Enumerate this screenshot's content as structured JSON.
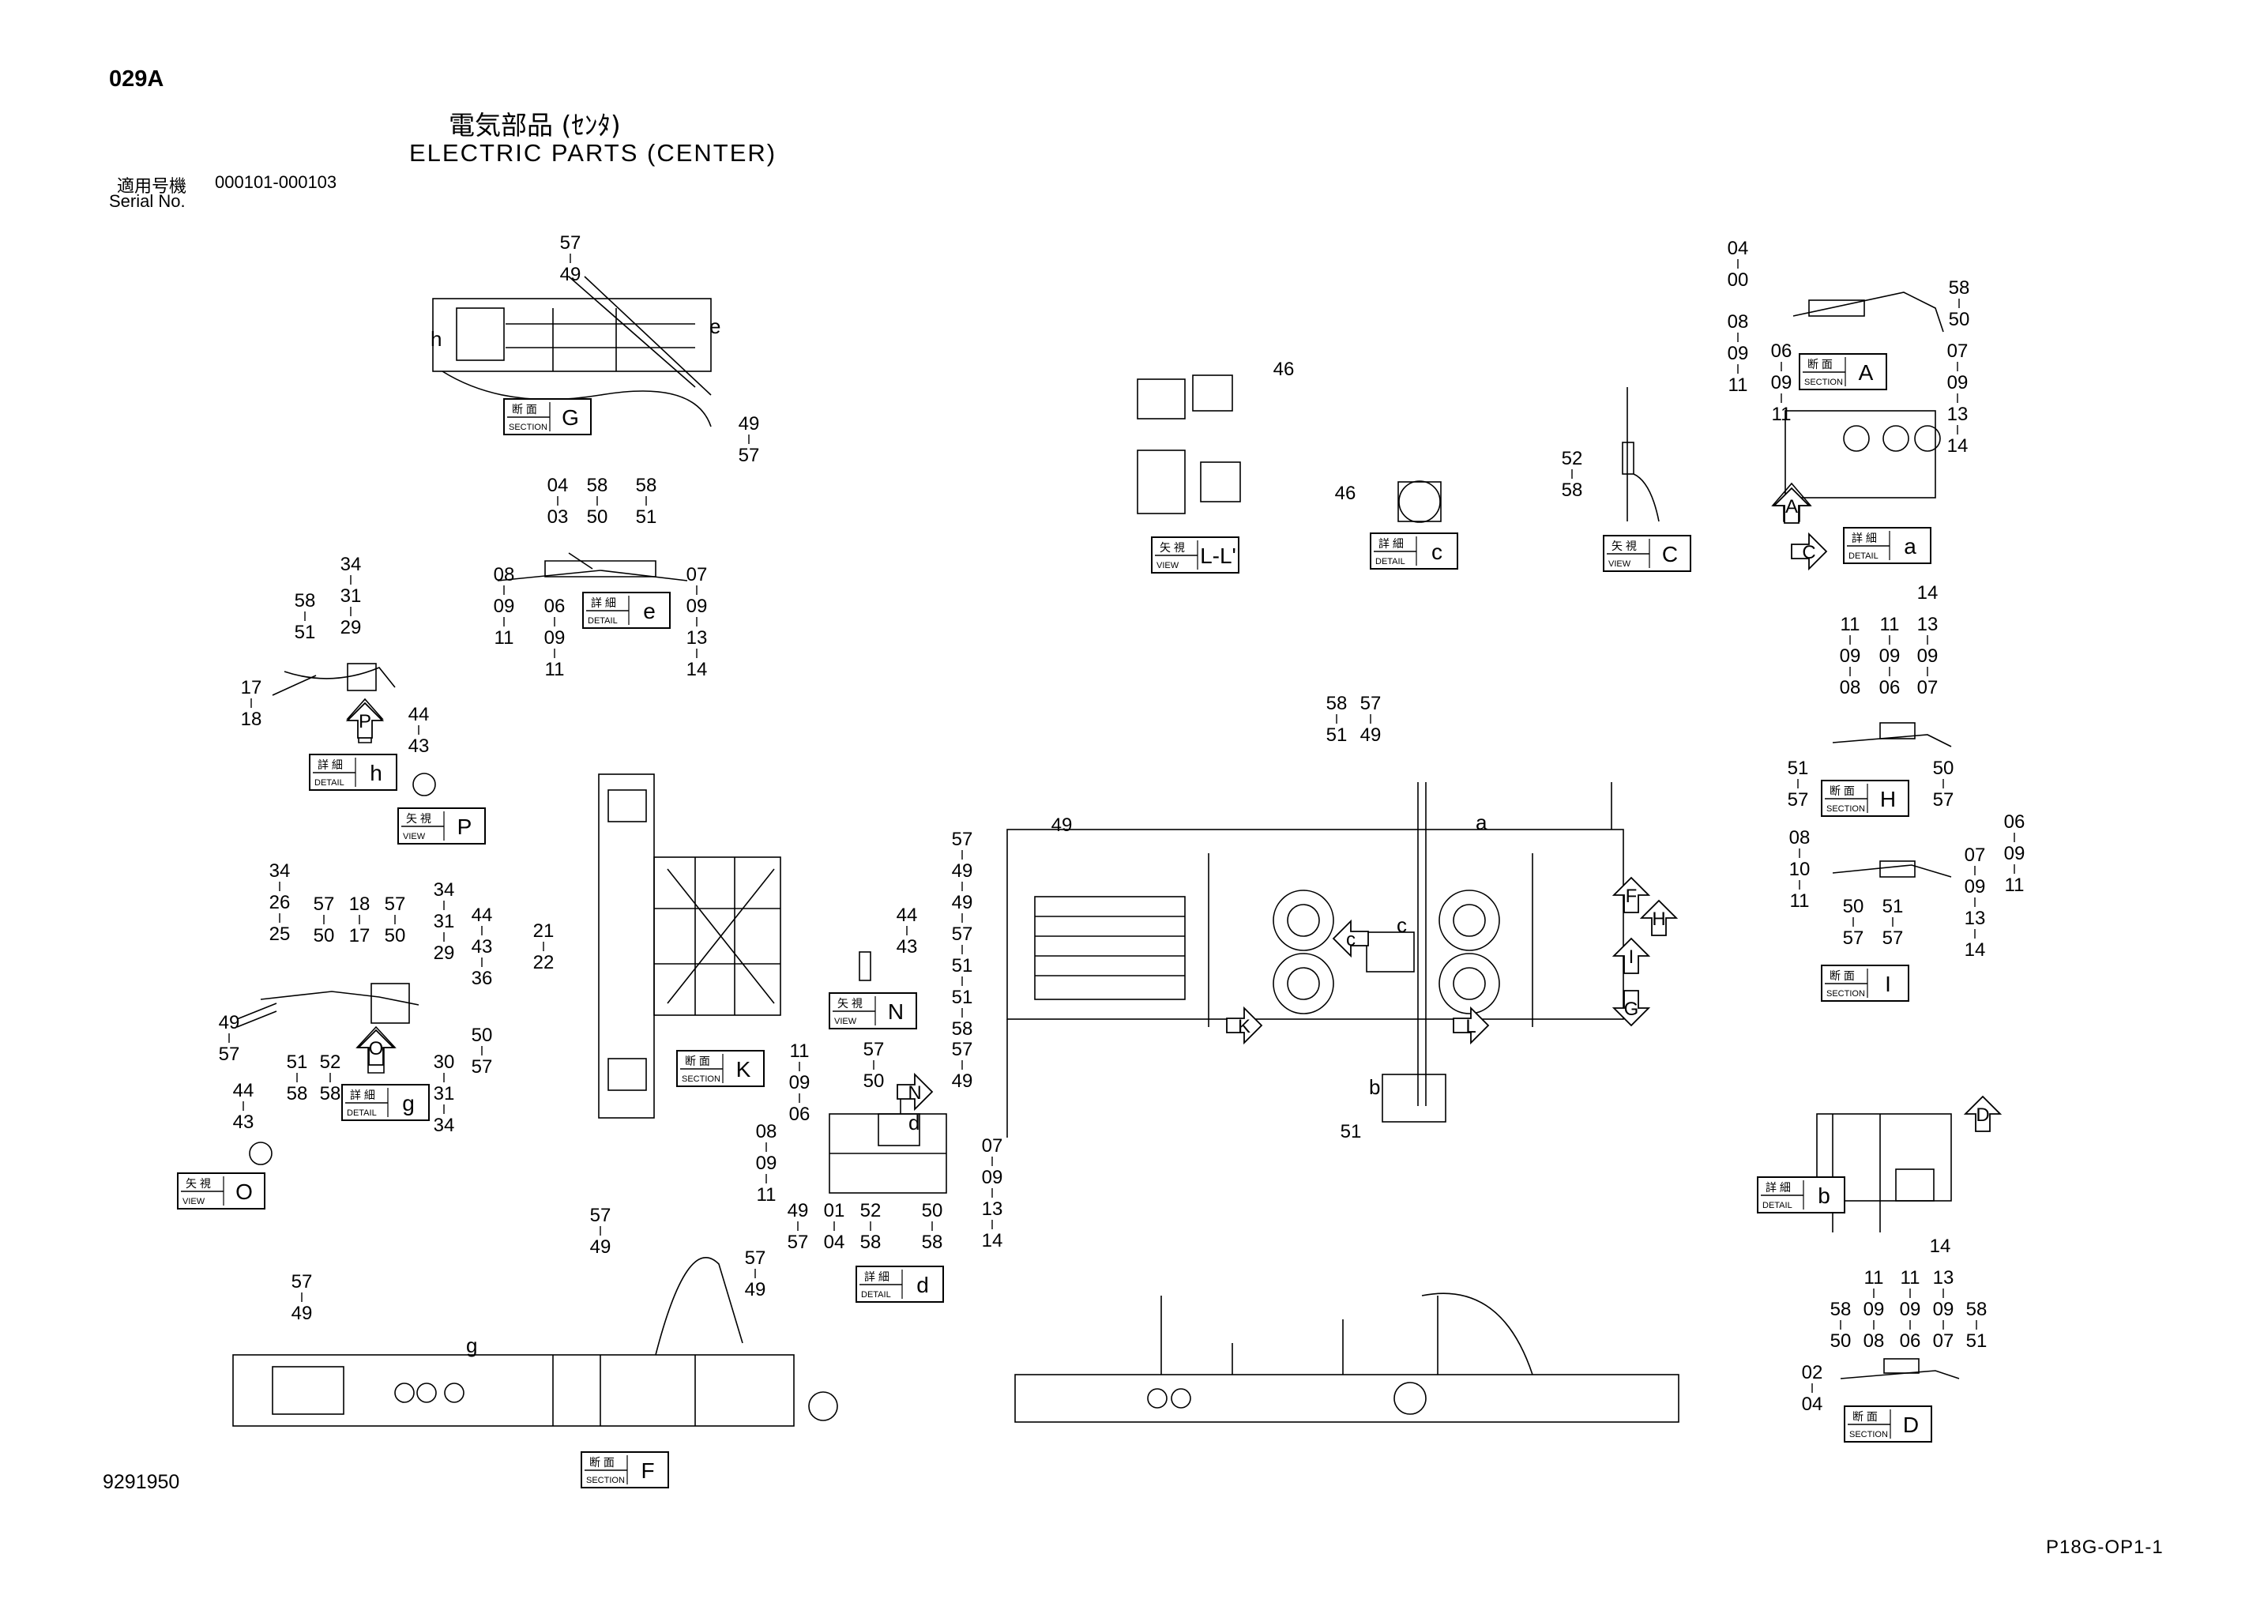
{
  "header": {
    "page_code": "029A",
    "title_jp": "電気部品 (ｾﾝﾀ)",
    "title_en": "ELECTRIC PARTS (CENTER)",
    "serial_label_jp": "適用号機",
    "serial_range": "000101-000103",
    "serial_label_en": "Serial No."
  },
  "footer": {
    "doc_number": "9291950",
    "page_ref": "P18G-OP1-1"
  },
  "labels": [
    {
      "kind": "section",
      "kanji": "断 面",
      "sub": "SECTION",
      "letter": "G"
    },
    {
      "kind": "detail",
      "kanji": "詳 細",
      "sub": "DETAIL",
      "letter": "e"
    },
    {
      "kind": "detail",
      "kanji": "詳 細",
      "sub": "DETAIL",
      "letter": "h"
    },
    {
      "kind": "view",
      "kanji": "矢 視",
      "sub": "VIEW",
      "letter": "P"
    },
    {
      "kind": "detail",
      "kanji": "詳 細",
      "sub": "DETAIL",
      "letter": "g"
    },
    {
      "kind": "view",
      "kanji": "矢 視",
      "sub": "VIEW",
      "letter": "O"
    },
    {
      "kind": "section",
      "kanji": "断 面",
      "sub": "SECTION",
      "letter": "K"
    },
    {
      "kind": "view",
      "kanji": "矢 視",
      "sub": "VIEW",
      "letter": "N"
    },
    {
      "kind": "detail",
      "kanji": "詳 細",
      "sub": "DETAIL",
      "letter": "d"
    },
    {
      "kind": "section",
      "kanji": "断 面",
      "sub": "SECTION",
      "letter": "F"
    },
    {
      "kind": "view",
      "kanji": "矢 視",
      "sub": "VIEW",
      "letter": "L-L'"
    },
    {
      "kind": "detail",
      "kanji": "詳 細",
      "sub": "DETAIL",
      "letter": "c"
    },
    {
      "kind": "view",
      "kanji": "矢 視",
      "sub": "VIEW",
      "letter": "C"
    },
    {
      "kind": "section",
      "kanji": "断 面",
      "sub": "SECTION",
      "letter": "A"
    },
    {
      "kind": "detail",
      "kanji": "詳 細",
      "sub": "DETAIL",
      "letter": "a"
    },
    {
      "kind": "section",
      "kanji": "断 面",
      "sub": "SECTION",
      "letter": "H"
    },
    {
      "kind": "section",
      "kanji": "断 面",
      "sub": "SECTION",
      "letter": "I"
    },
    {
      "kind": "detail",
      "kanji": "詳 細",
      "sub": "DETAIL",
      "letter": "b"
    },
    {
      "kind": "section",
      "kanji": "断 面",
      "sub": "SECTION",
      "letter": "D"
    }
  ],
  "arrow_markers": [
    "P",
    "O",
    "N",
    "K",
    "L",
    "F",
    "H",
    "I",
    "G",
    "c",
    "A",
    "C",
    "D"
  ],
  "detail_letters": [
    "a",
    "b",
    "c",
    "d",
    "e",
    "g",
    "h"
  ],
  "callout_stacks": [
    [
      "57",
      "49"
    ],
    [
      "49",
      "57"
    ],
    [
      "04",
      "03"
    ],
    [
      "58",
      "50"
    ],
    [
      "58",
      "51"
    ],
    [
      "08",
      "09",
      "11"
    ],
    [
      "06",
      "09",
      "11"
    ],
    [
      "07",
      "09",
      "13",
      "14"
    ],
    [
      "34",
      "31",
      "29"
    ],
    [
      "58",
      "51"
    ],
    [
      "17",
      "18"
    ],
    [
      "44",
      "43"
    ],
    [
      "34",
      "26",
      "25"
    ],
    [
      "57",
      "50"
    ],
    [
      "18",
      "17"
    ],
    [
      "57",
      "50"
    ],
    [
      "34",
      "31",
      "29"
    ],
    [
      "44",
      "43",
      "36"
    ],
    [
      "49",
      "57"
    ],
    [
      "51",
      "58"
    ],
    [
      "52",
      "58"
    ],
    [
      "30",
      "31",
      "34"
    ],
    [
      "50",
      "57"
    ],
    [
      "44",
      "43"
    ],
    [
      "21",
      "22"
    ],
    [
      "44",
      "43"
    ],
    [
      "11",
      "09",
      "06"
    ],
    [
      "57",
      "50"
    ],
    [
      "57",
      "49"
    ],
    [
      "08",
      "09",
      "11"
    ],
    [
      "49",
      "57"
    ],
    [
      "01",
      "04"
    ],
    [
      "52",
      "58"
    ],
    [
      "50",
      "58"
    ],
    [
      "07",
      "09",
      "13",
      "14"
    ],
    [
      "57",
      "49"
    ],
    [
      "57",
      "49"
    ],
    [
      "57",
      "49"
    ],
    [
      "49"
    ],
    [
      "57",
      "49",
      "49",
      "57",
      "51",
      "51",
      "58"
    ],
    [
      "58",
      "51"
    ],
    [
      "57",
      "49"
    ],
    [
      "51"
    ],
    [
      "46"
    ],
    [
      "46"
    ],
    [
      "52",
      "58"
    ],
    [
      "04",
      "00"
    ],
    [
      "58",
      "50"
    ],
    [
      "08",
      "09",
      "11"
    ],
    [
      "06",
      "09",
      "11"
    ],
    [
      "07",
      "09",
      "13",
      "14"
    ],
    [
      "14"
    ],
    [
      "11",
      "09",
      "08"
    ],
    [
      "11",
      "09",
      "06"
    ],
    [
      "13",
      "09",
      "07"
    ],
    [
      "51",
      "57"
    ],
    [
      "50",
      "57"
    ],
    [
      "08",
      "10",
      "11"
    ],
    [
      "50",
      "57"
    ],
    [
      "51",
      "57"
    ],
    [
      "06",
      "09",
      "11"
    ],
    [
      "07",
      "09",
      "13",
      "14"
    ],
    [
      "14"
    ],
    [
      "58",
      "50"
    ],
    [
      "11",
      "09",
      "08"
    ],
    [
      "11",
      "09",
      "06"
    ],
    [
      "13",
      "09",
      "07"
    ],
    [
      "58",
      "51"
    ],
    [
      "02",
      "04"
    ]
  ]
}
